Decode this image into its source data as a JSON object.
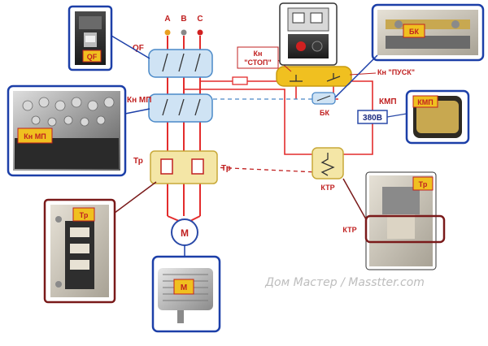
{
  "phases": {
    "a": "A",
    "b": "B",
    "c": "C"
  },
  "labels": {
    "qf": "QF",
    "kn_mp": "Кн МП",
    "tr": "Тр",
    "m": "M",
    "kn": "Кн",
    "stop": "\"СТОП\"",
    "pusk": "Кн \"ПУСК\"",
    "bk": "БК",
    "kmp": "КМП",
    "voltage": "380В",
    "ktr": "КТР"
  },
  "watermark": "Дом Мастер / Masstter.com",
  "colors": {
    "wire": "#e32c2c",
    "photo_frame": "#1c3fa8",
    "photo_frame_dark": "#7a1a1a",
    "switch_fill": "#cfe3f4",
    "switch_stroke": "#4a89c8",
    "tr_fill": "#f4e6a6",
    "tr_stroke": "#c8a838",
    "stop_fill": "#f0c020",
    "phase_a": "#e8a020",
    "phase_b": "#888888",
    "phase_c": "#d02020"
  }
}
